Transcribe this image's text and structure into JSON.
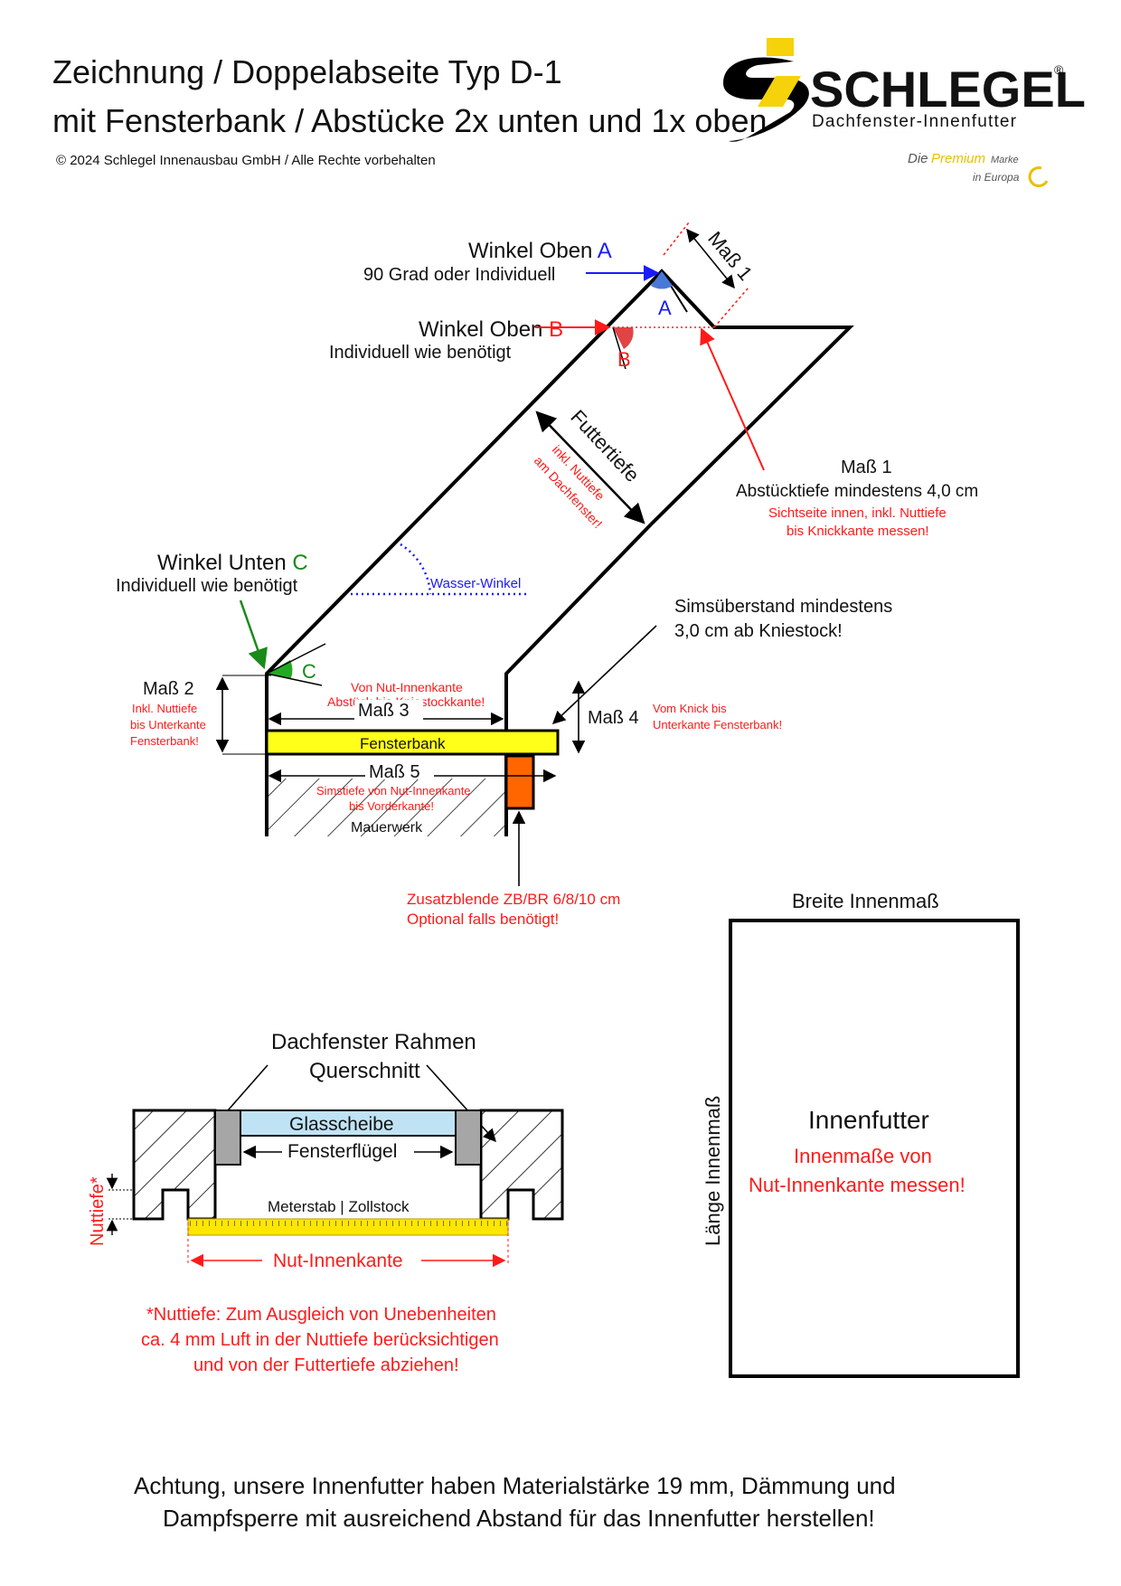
{
  "header": {
    "title_line1": "Zeichnung / Doppelabseite Typ D-1",
    "title_line2": "mit Fensterbank / Abstücke 2x unten und 1x oben",
    "copyright": "© 2024 Schlegel Innenausbau GmbH / Alle Rechte vorbehalten"
  },
  "logo": {
    "brand": "SCHLEGEL",
    "registered": "®",
    "tagline": "Dachfenster-Innenfutter",
    "slogan_part1": "Die",
    "slogan_part2": "Premium",
    "slogan_part3": "Marke",
    "slogan_part4": "in Europa"
  },
  "diagram": {
    "winkel_oben_a_label": "Winkel Oben",
    "winkel_oben_a_letter": "A",
    "winkel_oben_a_sub": "90 Grad oder Individuell",
    "winkel_oben_b_label": "Winkel Oben",
    "winkel_oben_b_letter": "B",
    "winkel_oben_b_sub": "Individuell wie benötigt",
    "mass1_short": "Maß 1",
    "mass1_title": "Maß 1",
    "mass1_desc": "Abstücktiefe mindestens 4,0 cm",
    "mass1_note1": "Sichtseite innen, inkl. Nuttiefe",
    "mass1_note2": "bis Knickkante messen!",
    "futtertiefe": "Futtertiefe",
    "futtertiefe_note1": "inkl. Nuttiefe",
    "futtertiefe_note2": "am Dachfenster!",
    "wasser_winkel": "Wasser-Winkel",
    "winkel_unten_label": "Winkel Unten",
    "winkel_unten_letter": "C",
    "winkel_unten_sub": "Individuell wie benötigt",
    "sims_line1": "Simsüberstand mindestens",
    "sims_line2": "3,0 cm ab Kniestock!",
    "mass2": "Maß 2",
    "mass2_note1": "Inkl. Nuttiefe",
    "mass2_note2": "bis Unterkante",
    "mass2_note3": "Fensterbank!",
    "mass3": "Maß 3",
    "mass3_note1": "Von Nut-Innenkante",
    "mass3_note2": "Abstück bis Kniestockkante!",
    "mass4": "Maß 4",
    "mass4_note1": "Vom Knick bis",
    "mass4_note2": "Unterkante Fensterbank!",
    "fensterbank": "Fensterbank",
    "mass5": "Maß 5",
    "mass5_note1": "Simstiefe von Nut-Innenkante",
    "mass5_note2": "bis Vorderkante!",
    "mauerwerk": "Mauerwerk",
    "zusatz_line1": "Zusatzblende ZB/BR 6/8/10 cm",
    "zusatz_line2": "Optional falls benötigt!"
  },
  "innen": {
    "breite": "Breite Innenmaß",
    "laenge": "Länge Innenmaß",
    "title": "Innenfutter",
    "note1": "Innenmaße von",
    "note2": "Nut-Innenkante messen!"
  },
  "frame": {
    "title1": "Dachfenster Rahmen",
    "title2": "Querschnitt",
    "glas": "Glasscheibe",
    "fluegel": "Fensterflügel",
    "meterstab": "Meterstab | Zollstock",
    "nut_innenkante": "Nut-Innenkante",
    "nuttiefe": "Nuttiefe*",
    "note1": "*Nuttiefe: Zum Ausgleich von Unebenheiten",
    "note2": "ca. 4 mm Luft in der Nuttiefe berücksichtigen",
    "note3": "und von der Futtertiefe abziehen!"
  },
  "footer": {
    "line1": "Achtung, unsere Innenfutter haben Materialstärke 19 mm, Dämmung und",
    "line2": "Dampfsperre mit ausreichend Abstand für das Innenfutter herstellen!"
  },
  "colors": {
    "red": "#ff1a1a",
    "blue": "#1a1aff",
    "green": "#1a8a1a",
    "yellow": "#ffff1a",
    "orange": "#ff6600",
    "glass": "#bfe3f5",
    "gray": "#a6a6a6",
    "logo_yellow": "#f5d20a"
  }
}
